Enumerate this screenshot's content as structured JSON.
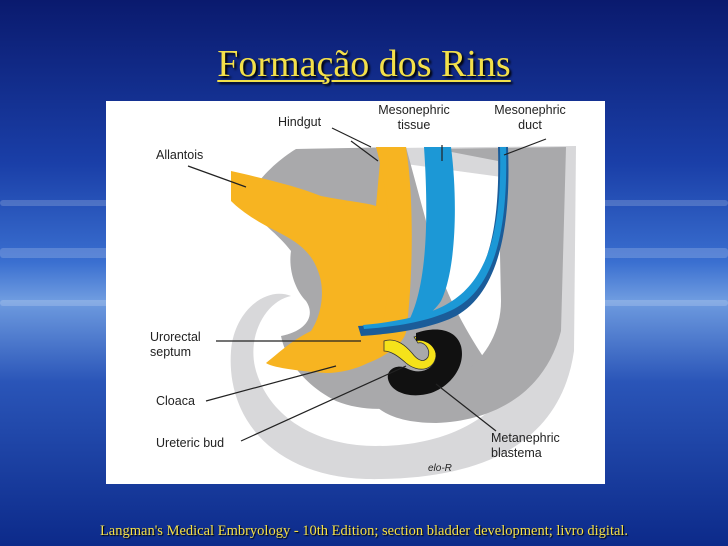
{
  "title": "Formação dos Rins",
  "figure": {
    "labels": {
      "hindgut": "Hindgut",
      "mesonephric_tissue_1": "Mesonephric",
      "mesonephric_tissue_2": "tissue",
      "mesonephric_duct_1": "Mesonephric",
      "mesonephric_duct_2": "duct",
      "allantois": "Allantois",
      "urorectal_septum_1": "Urorectal",
      "urorectal_septum_2": "septum",
      "cloaca": "Cloaca",
      "ureteric_bud": "Ureteric bud",
      "metanephric_blastema_1": "Metanephric",
      "metanephric_blastema_2": "blastema",
      "signature": "elo-R"
    },
    "colors": {
      "gray": "#a9a9ab",
      "light_gray": "#d8d8da",
      "orange": "#f7b421",
      "blue": "#1c98d6",
      "dark_blue": "#1b5c99",
      "yellow": "#f5e21a",
      "black": "#111111"
    }
  },
  "caption": "Langman's Medical Embryology - 10th Edition; section bladder development; livro digital."
}
